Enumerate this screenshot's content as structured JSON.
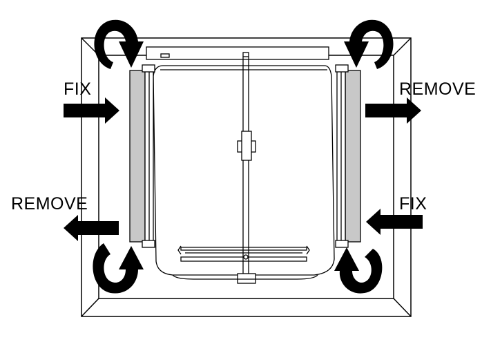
{
  "labels": {
    "fix_left": "FIX",
    "remove_right": "REMOVE",
    "remove_left": "REMOVE",
    "fix_right": "FIX"
  },
  "colors": {
    "line": "#000000",
    "filter": "#c8c8c8",
    "background": "#ffffff"
  },
  "icons": {
    "rotate": "curved-rotation-arrow-icon",
    "direction": "straight-arrow-icon"
  }
}
